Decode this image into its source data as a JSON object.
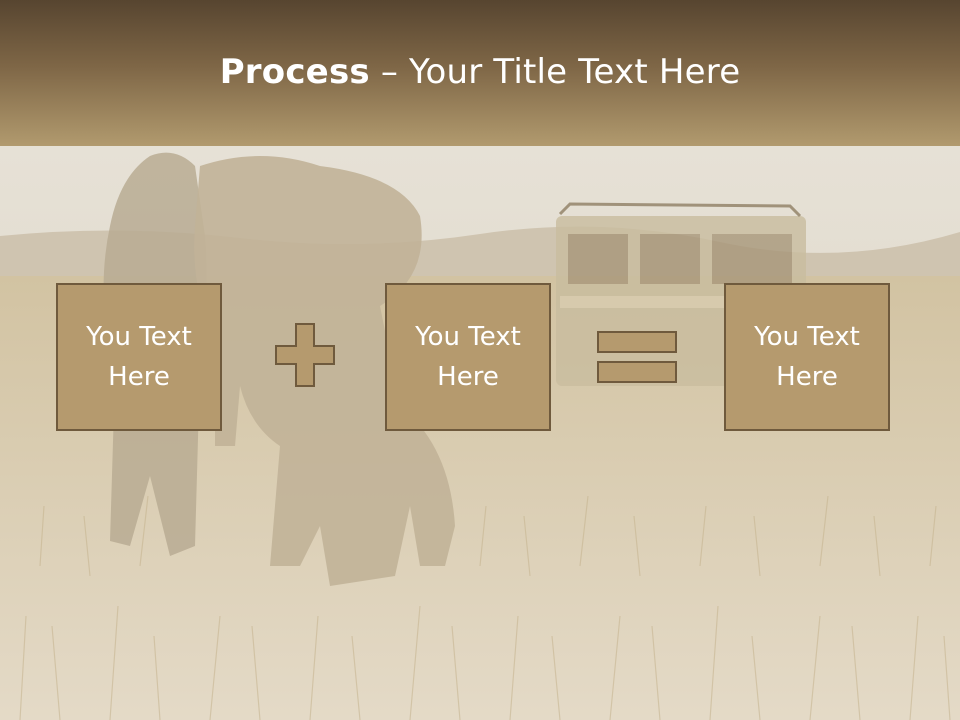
{
  "slide": {
    "title_bold": "Process",
    "title_rest": " – Your Title Text Here",
    "boxes": [
      {
        "line1": "You Text",
        "line2": "Here"
      },
      {
        "line1": "You Text",
        "line2": "Here"
      },
      {
        "line1": "You Text",
        "line2": "Here"
      }
    ],
    "operators": [
      "plus-icon",
      "equals-icon"
    ]
  },
  "colors": {
    "header_top": "#574530",
    "header_bottom": "#b19a6e",
    "box_fill": "#b59a6e",
    "box_border": "#6f5a3d",
    "text": "#ffffff"
  }
}
